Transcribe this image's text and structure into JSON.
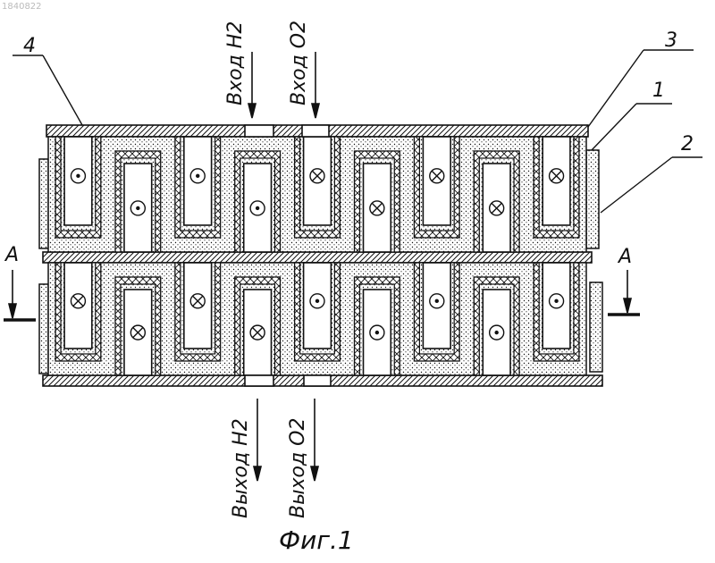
{
  "watermark": "1840822",
  "labels": {
    "inlet_h2": "Вход H2",
    "inlet_o2": "Вход O2",
    "outlet_h2": "Выход H2",
    "outlet_o2": "Выход O2",
    "figure": "Фиг.1"
  },
  "callouts": [
    "4",
    "3",
    "1",
    "2"
  ],
  "section": {
    "left": "A",
    "right": "A"
  },
  "rows": {
    "top": {
      "cells": [
        {
          "type": "notch",
          "symbol": "dot"
        },
        {
          "type": "tooth",
          "symbol": "dot"
        },
        {
          "type": "notch",
          "symbol": "dot"
        },
        {
          "type": "tooth",
          "symbol": "dot"
        },
        {
          "type": "notch",
          "symbol": "cross"
        },
        {
          "type": "tooth",
          "symbol": "cross"
        },
        {
          "type": "notch",
          "symbol": "cross"
        },
        {
          "type": "tooth",
          "symbol": "cross"
        },
        {
          "type": "notch",
          "symbol": "cross"
        }
      ]
    },
    "bottom": {
      "cells": [
        {
          "type": "notch",
          "symbol": "cross"
        },
        {
          "type": "tooth",
          "symbol": "cross"
        },
        {
          "type": "notch",
          "symbol": "cross"
        },
        {
          "type": "tooth",
          "symbol": "cross"
        },
        {
          "type": "notch",
          "symbol": "dot"
        },
        {
          "type": "tooth",
          "symbol": "dot"
        },
        {
          "type": "notch",
          "symbol": "dot"
        },
        {
          "type": "tooth",
          "symbol": "dot"
        },
        {
          "type": "notch",
          "symbol": "dot"
        }
      ]
    }
  },
  "colors": {
    "ink": "#111111",
    "paper": "#ffffff"
  }
}
